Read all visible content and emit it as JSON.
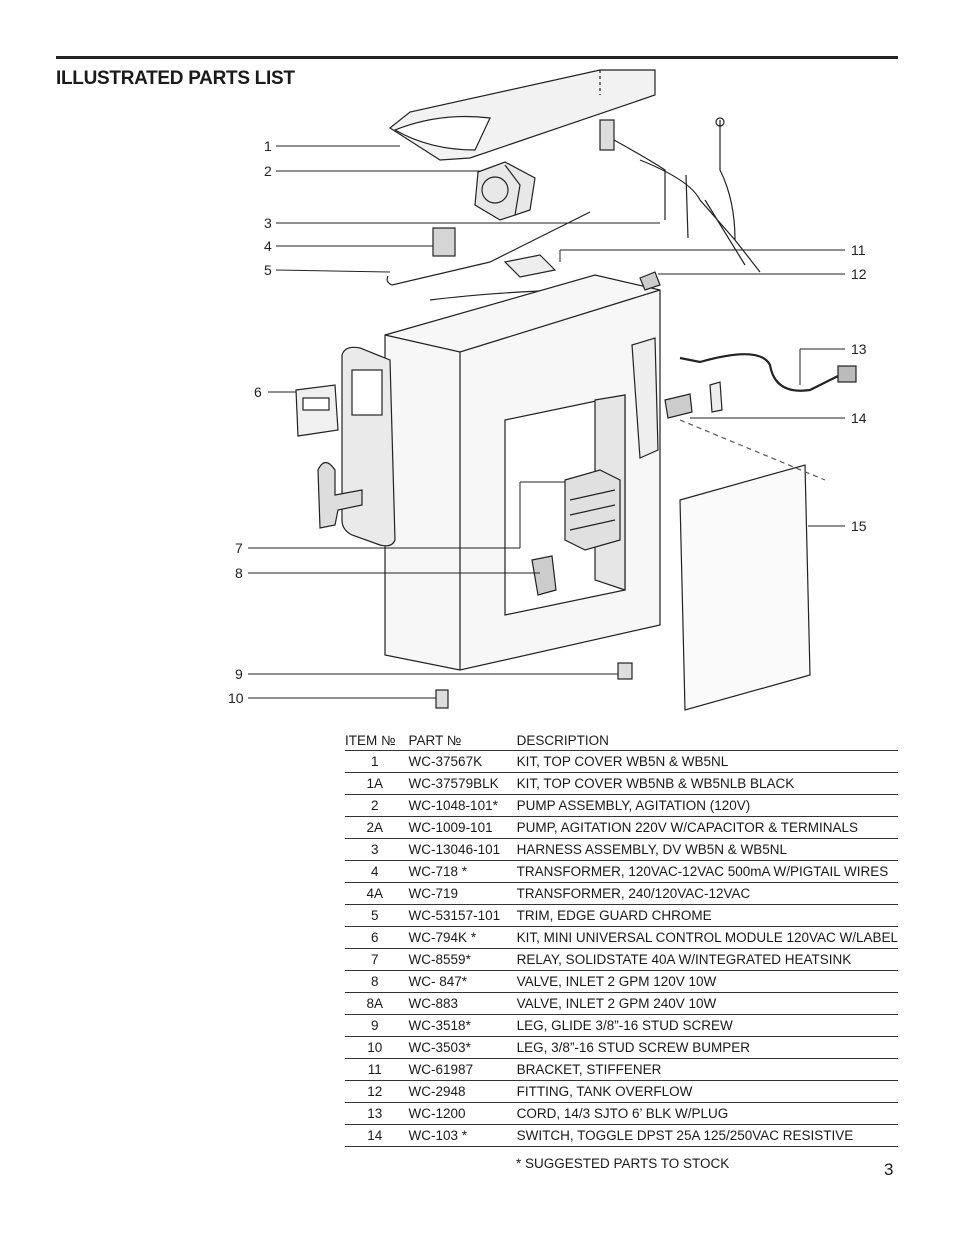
{
  "title": "ILLUSTRATED PARTS LIST",
  "callouts": [
    "1",
    "2",
    "3",
    "4",
    "5",
    "6",
    "7",
    "8",
    "9",
    "10",
    "11",
    "12",
    "13",
    "14",
    "15"
  ],
  "table": {
    "headers": {
      "item": "ITEM №",
      "part": "PART №",
      "description": "DESCRIPTION"
    },
    "rows": [
      {
        "item": "1",
        "part": "WC-37567K",
        "description": "KIT, TOP COVER WB5N & WB5NL"
      },
      {
        "item": "1A",
        "part": "WC-37579BLK",
        "description": "KIT, TOP COVER WB5NB & WB5NLB BLACK"
      },
      {
        "item": "2",
        "part": "WC-1048-101*",
        "description": "PUMP ASSEMBLY, AGITATION (120V)"
      },
      {
        "item": "2A",
        "part": "WC-1009-101",
        "description": "PUMP, AGITATION 220V W/CAPACITOR & TERMINALS"
      },
      {
        "item": "3",
        "part": "WC-13046-101",
        "description": "HARNESS ASSEMBLY, DV WB5N & WB5NL"
      },
      {
        "item": "4",
        "part": "WC-718 *",
        "description": "TRANSFORMER, 120VAC-12VAC 500mA W/PIGTAIL WIRES"
      },
      {
        "item": "4A",
        "part": "WC-719",
        "description": "TRANSFORMER, 240/120VAC-12VAC"
      },
      {
        "item": "5",
        "part": "WC-53157-101",
        "description": "TRIM, EDGE GUARD CHROME"
      },
      {
        "item": "6",
        "part": "WC-794K *",
        "description": "KIT, MINI UNIVERSAL CONTROL MODULE 120VAC W/LABEL"
      },
      {
        "item": "7",
        "part": "WC-8559*",
        "description": "RELAY, SOLIDSTATE 40A W/INTEGRATED HEATSINK"
      },
      {
        "item": "8",
        "part": "WC- 847*",
        "description": "VALVE, INLET 2 GPM 120V 10W"
      },
      {
        "item": "8A",
        "part": "WC-883",
        "description": "VALVE, INLET 2 GPM 240V 10W"
      },
      {
        "item": "9",
        "part": "WC-3518*",
        "description": "LEG, GLIDE 3/8”-16 STUD SCREW"
      },
      {
        "item": "10",
        "part": "WC-3503*",
        "description": "LEG, 3/8”-16 STUD SCREW BUMPER"
      },
      {
        "item": "11",
        "part": "WC-61987",
        "description": "BRACKET, STIFFENER"
      },
      {
        "item": "12",
        "part": "WC-2948",
        "description": "FITTING, TANK OVERFLOW"
      },
      {
        "item": "13",
        "part": "WC-1200",
        "description": "CORD, 14/3 SJTO 6’ BLK W/PLUG"
      },
      {
        "item": "14",
        "part": "WC-103 *",
        "description": "SWITCH, TOGGLE DPST 25A 125/250VAC RESISTIVE"
      }
    ]
  },
  "footnote": "* SUGGESTED PARTS TO STOCK",
  "page_number": "3"
}
